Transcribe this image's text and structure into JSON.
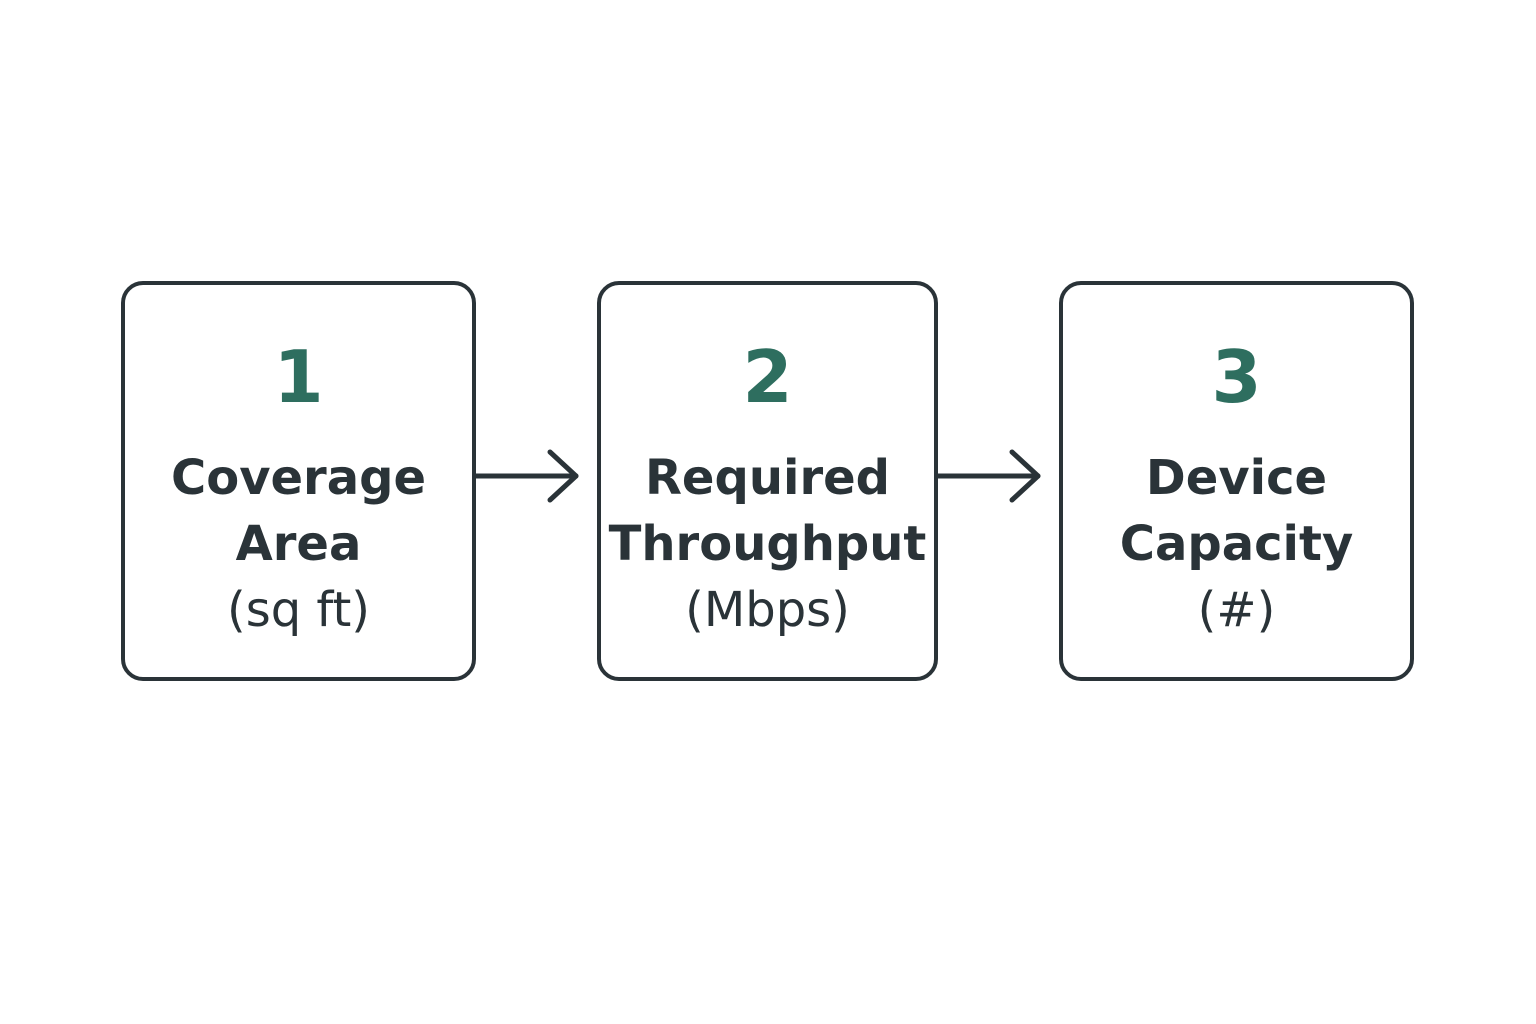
{
  "colors": {
    "border": "#2a3338",
    "number": "#2e6e5f",
    "text": "#2a3338",
    "background": "#ffffff"
  },
  "steps": [
    {
      "number": "1",
      "line1": "Coverage",
      "line2": "Area",
      "unit": "(sq ft)"
    },
    {
      "number": "2",
      "line1": "Required",
      "line2": "Throughput",
      "unit": "(Mbps)"
    },
    {
      "number": "3",
      "line1": "Device",
      "line2": "Capacity",
      "unit": "(#)"
    }
  ],
  "connectors": [
    {
      "from": "1",
      "to": "2",
      "icon": "arrow-right-icon"
    },
    {
      "from": "2",
      "to": "3",
      "icon": "arrow-right-icon"
    }
  ]
}
